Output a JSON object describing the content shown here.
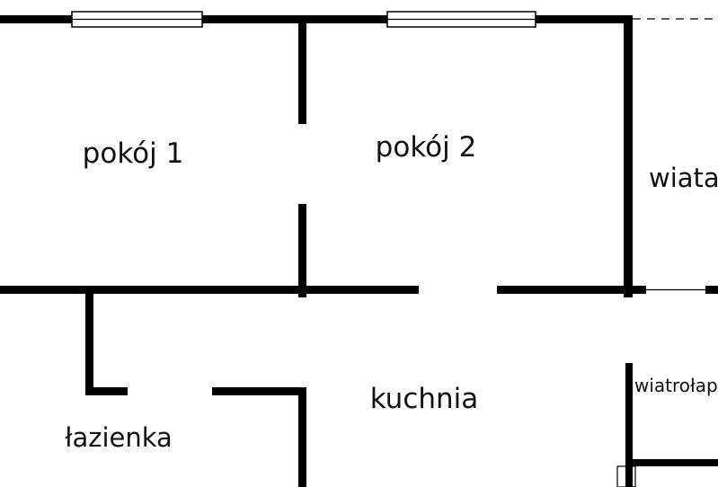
{
  "rooms": {
    "room1": "pokój 1",
    "room2": "pokój 2",
    "carport": "wiata",
    "bathroom": "łazienka",
    "kitchen": "kuchnia",
    "porch": "wiatrołap"
  },
  "colors": {
    "wall": "#000000",
    "background": "#ffffff",
    "text": "#111111"
  }
}
